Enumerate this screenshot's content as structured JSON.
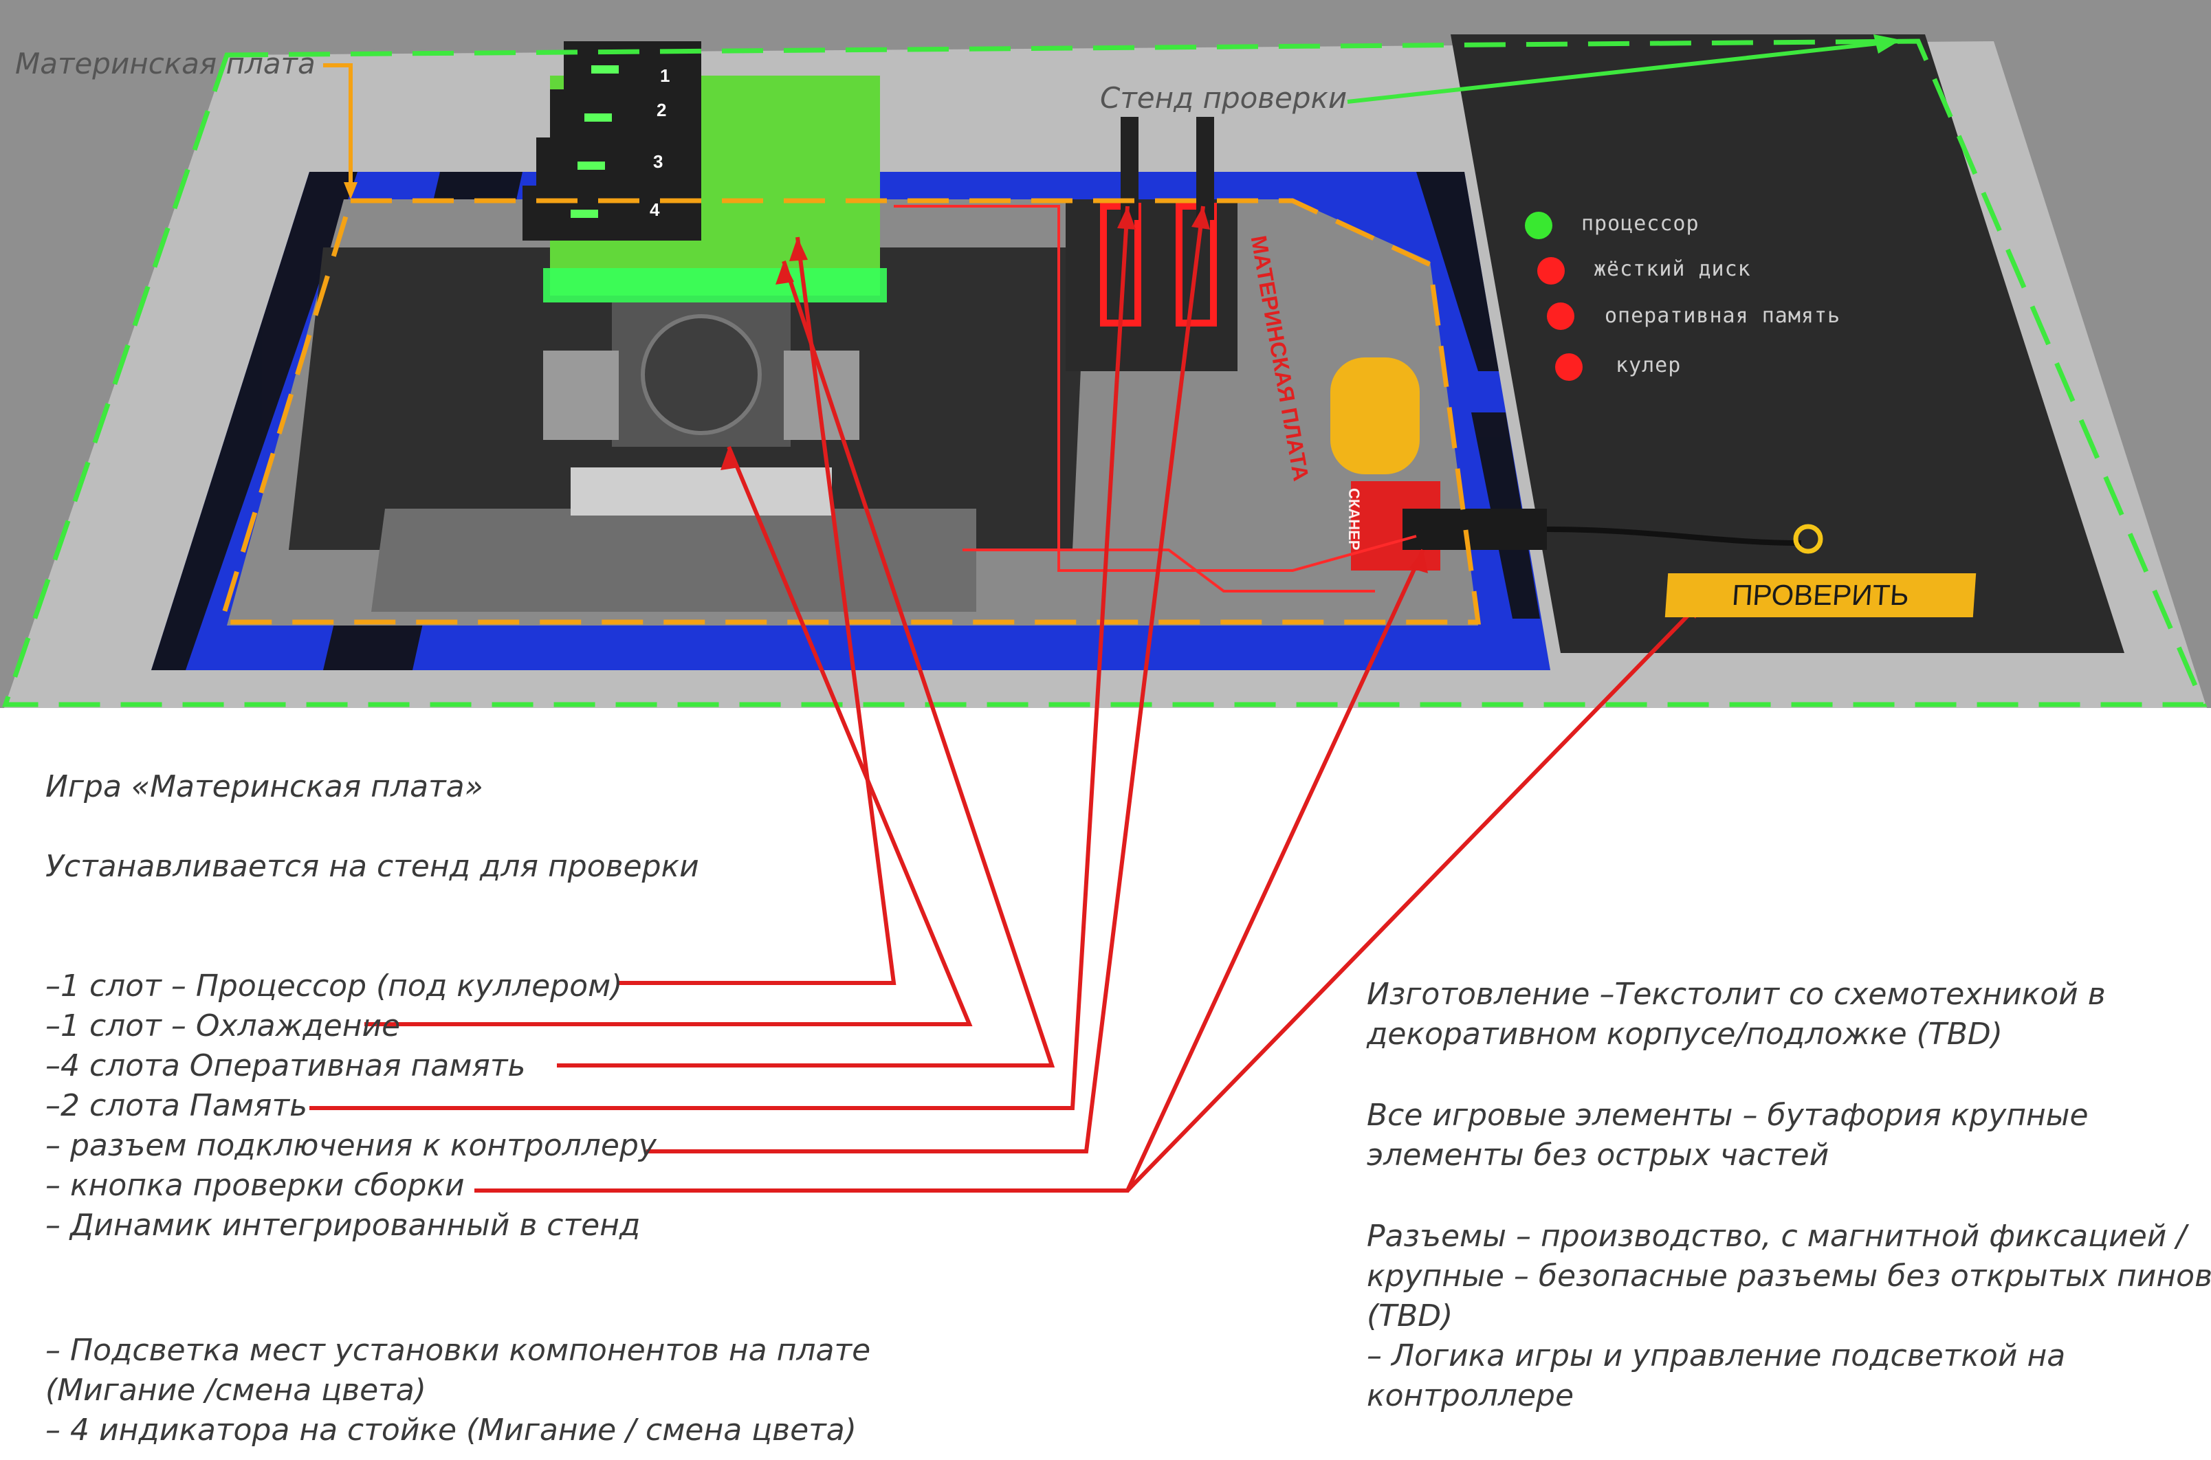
{
  "labels": {
    "motherboard": "Материнская плата",
    "test_stand": "Стенд проверки",
    "board_vertical": "МАТЕРИНСКАЯ ПЛАТА",
    "scanner": "СКАНЕР",
    "check_button": "ПРОВЕРИТЬ",
    "slot_numbers": [
      "1",
      "2",
      "3",
      "4"
    ],
    "indicators": [
      "процессор",
      "жёсткий диск",
      "оперативная память",
      "кулер"
    ]
  },
  "indicator_colors": [
    "#39e830",
    "#ff2020",
    "#ff2020",
    "#ff2020"
  ],
  "description": {
    "title": "Игра «Материнская плата»",
    "subtitle": "Устанавливается на стенд для проверки",
    "features": [
      "–1 слот – Процессор (под куллером)",
      "–1 слот – Охлаждение",
      "–4 слота Оперативная память",
      "–2 слота Память",
      "– разъем подключения к контроллеру",
      "– кнопка проверки сборки",
      "– Динамик интегрированный в стенд"
    ],
    "lighting": [
      "– Подсветка мест установки компонентов на плате",
      "(Мигание /смена цвета)",
      "– 4 индикатора на стойке (Мигание / смена цвета)"
    ],
    "notes": [
      "Изготовление  –Текстолит со схемотехникой в",
      "декоративном корпусе/подложке (TBD)",
      "",
      "Все  игровые элементы – бутафория крупные",
      "элементы без острых частей",
      "",
      "Разъемы – производство, с магнитной фиксацией /",
      "крупные – безопасные разъемы без открытых пинов",
      "(TBD)",
      "– Логика игры и управление подсветкой на",
      "контроллере"
    ]
  },
  "colors": {
    "green_outline": "#3ee83e",
    "orange_outline": "#f5a214",
    "pointer_red": "#e01d1d",
    "stripe_blue": "#1d36d8",
    "ram_green": "#62d83a",
    "button_yellow": "#f2b418"
  }
}
